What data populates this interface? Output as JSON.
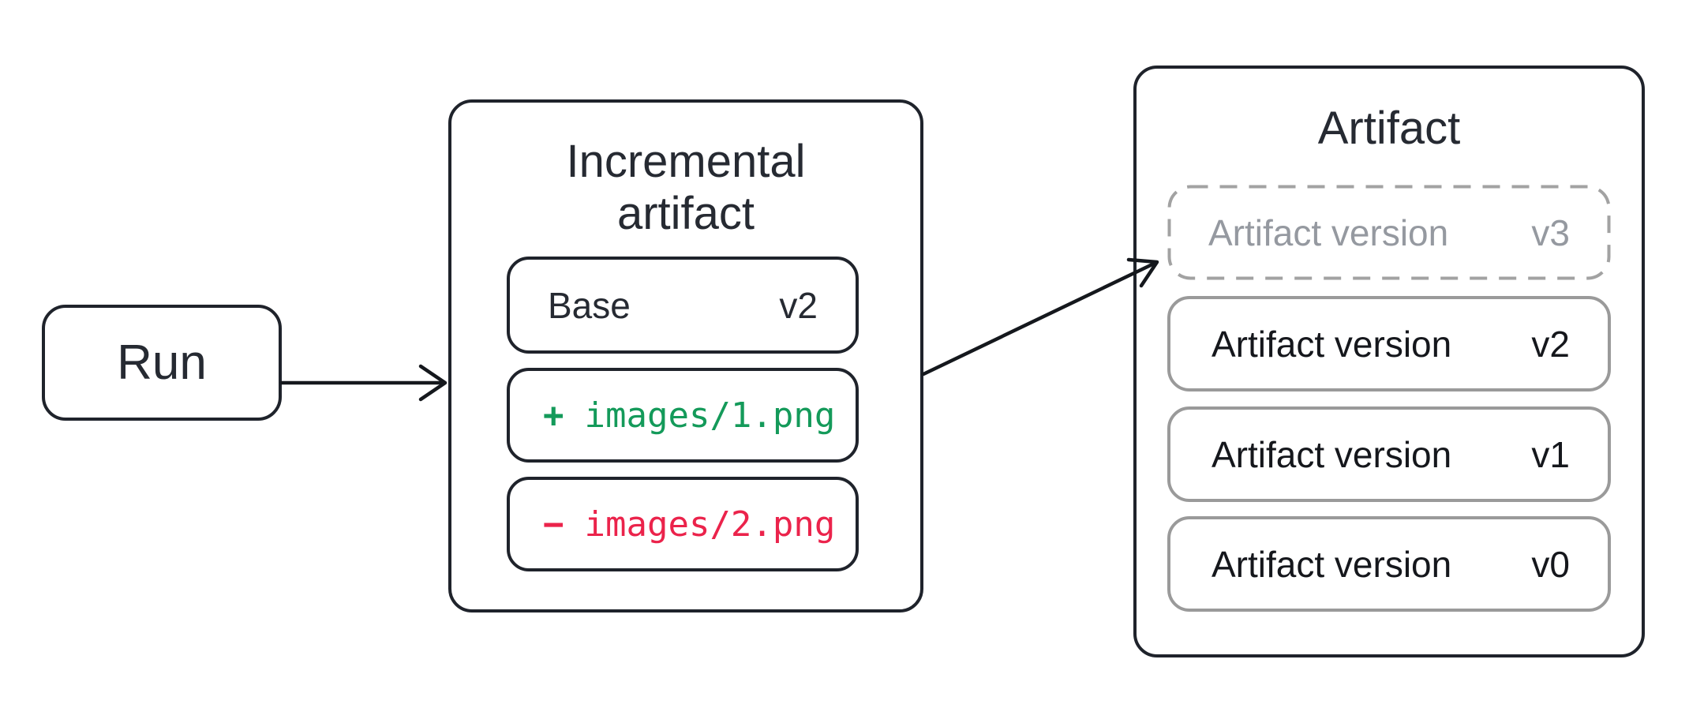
{
  "run": {
    "label": "Run"
  },
  "incremental": {
    "title_line1": "Incremental",
    "title_line2": "artifact",
    "base_row": {
      "label": "Base",
      "version": "v2"
    },
    "added_row": {
      "sign": "+",
      "path": "images/1.png"
    },
    "removed_row": {
      "sign": "−",
      "path": "images/2.png"
    }
  },
  "artifact": {
    "title": "Artifact",
    "pending_version": {
      "label": "Artifact version",
      "version": "v3"
    },
    "versions": [
      {
        "label": "Artifact version",
        "version": "v2"
      },
      {
        "label": "Artifact version",
        "version": "v1"
      },
      {
        "label": "Artifact version",
        "version": "v0"
      }
    ]
  },
  "colors": {
    "outline_dark": "#1f232b",
    "outline_gray": "#9a9a9a",
    "pending_gray": "#9599a0",
    "added_green": "#149a5a",
    "removed_red": "#eb234b"
  }
}
